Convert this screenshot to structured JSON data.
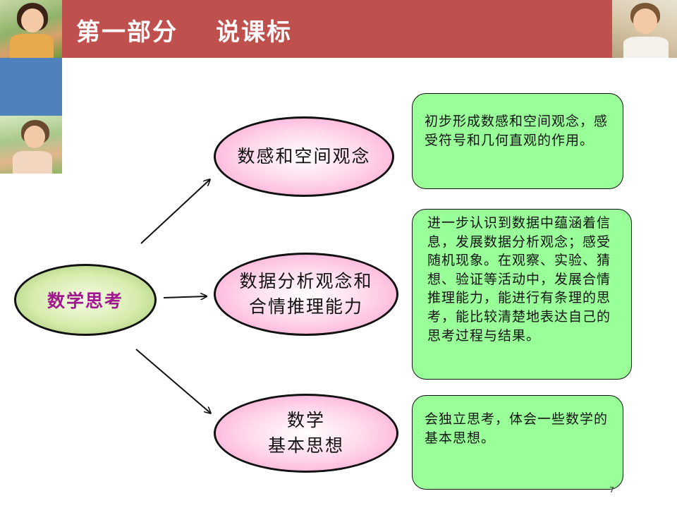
{
  "header": {
    "part": "第一部分",
    "title": "说课标",
    "bar_color": "#c0504d",
    "accent_color": "#4f81bd"
  },
  "center": {
    "label": "数学思考"
  },
  "branches": [
    {
      "label": "数感和空间观念",
      "description": "初步形成数感和空间观念，感受符号和几何直观的作用。"
    },
    {
      "label_lines": [
        "数据分析观念和",
        "合情推理能力"
      ],
      "description": "进一步认识到数据中蕴涵着信息，发展数据分析观念；感受随机现象。在观察、实验、猜想、验证等活动中，发展合情推理能力，能进行有条理的思考，能比较清楚地表达自己的思考过程与结果。"
    },
    {
      "label_lines": [
        "数学",
        "基本思想"
      ],
      "description": "会独立思考，体会一些数学的基本思想。"
    }
  ],
  "page_number": "7"
}
